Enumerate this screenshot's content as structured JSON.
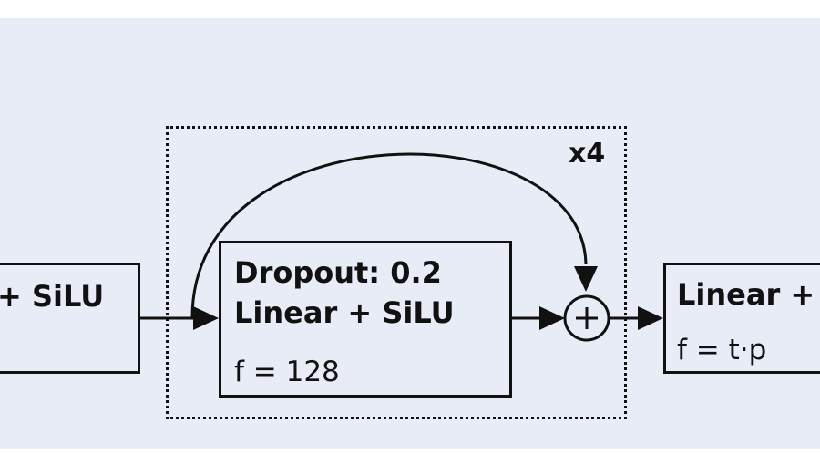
{
  "diagram": {
    "left_block": {
      "text": "+ SiLU"
    },
    "repeat_group": {
      "label": "x4"
    },
    "middle_block": {
      "line1": "Dropout: 0.2",
      "line2": "Linear + SiLU",
      "line3": "f = 128"
    },
    "adder": {
      "symbol": "+"
    },
    "right_block": {
      "line1": "Linear +",
      "line2": "f = t·p"
    },
    "colors": {
      "background": "#e8ecf6",
      "stroke": "#111111",
      "page": "#ffffff"
    },
    "icons": [
      "plus-circle-icon",
      "arrow-head-icon"
    ]
  }
}
